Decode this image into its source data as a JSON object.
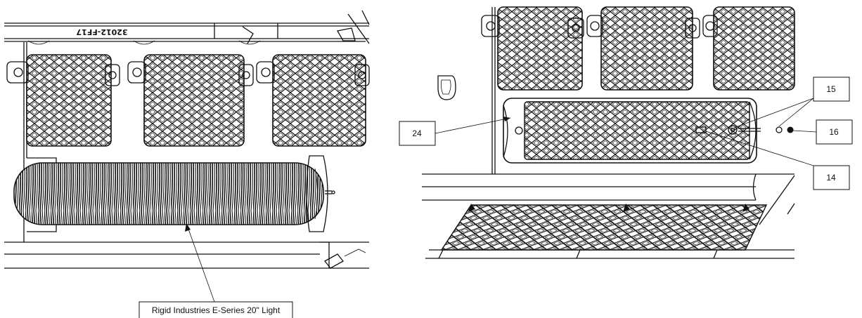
{
  "left_view": {
    "part_stamp": "32012-FF17",
    "light_callout": "Rigid Industries E-Series 20\" Light"
  },
  "right_view": {
    "callouts": [
      {
        "id": "c24",
        "label": "24"
      },
      {
        "id": "c15",
        "label": "15"
      },
      {
        "id": "c16",
        "label": "16"
      },
      {
        "id": "c14",
        "label": "14"
      }
    ]
  }
}
